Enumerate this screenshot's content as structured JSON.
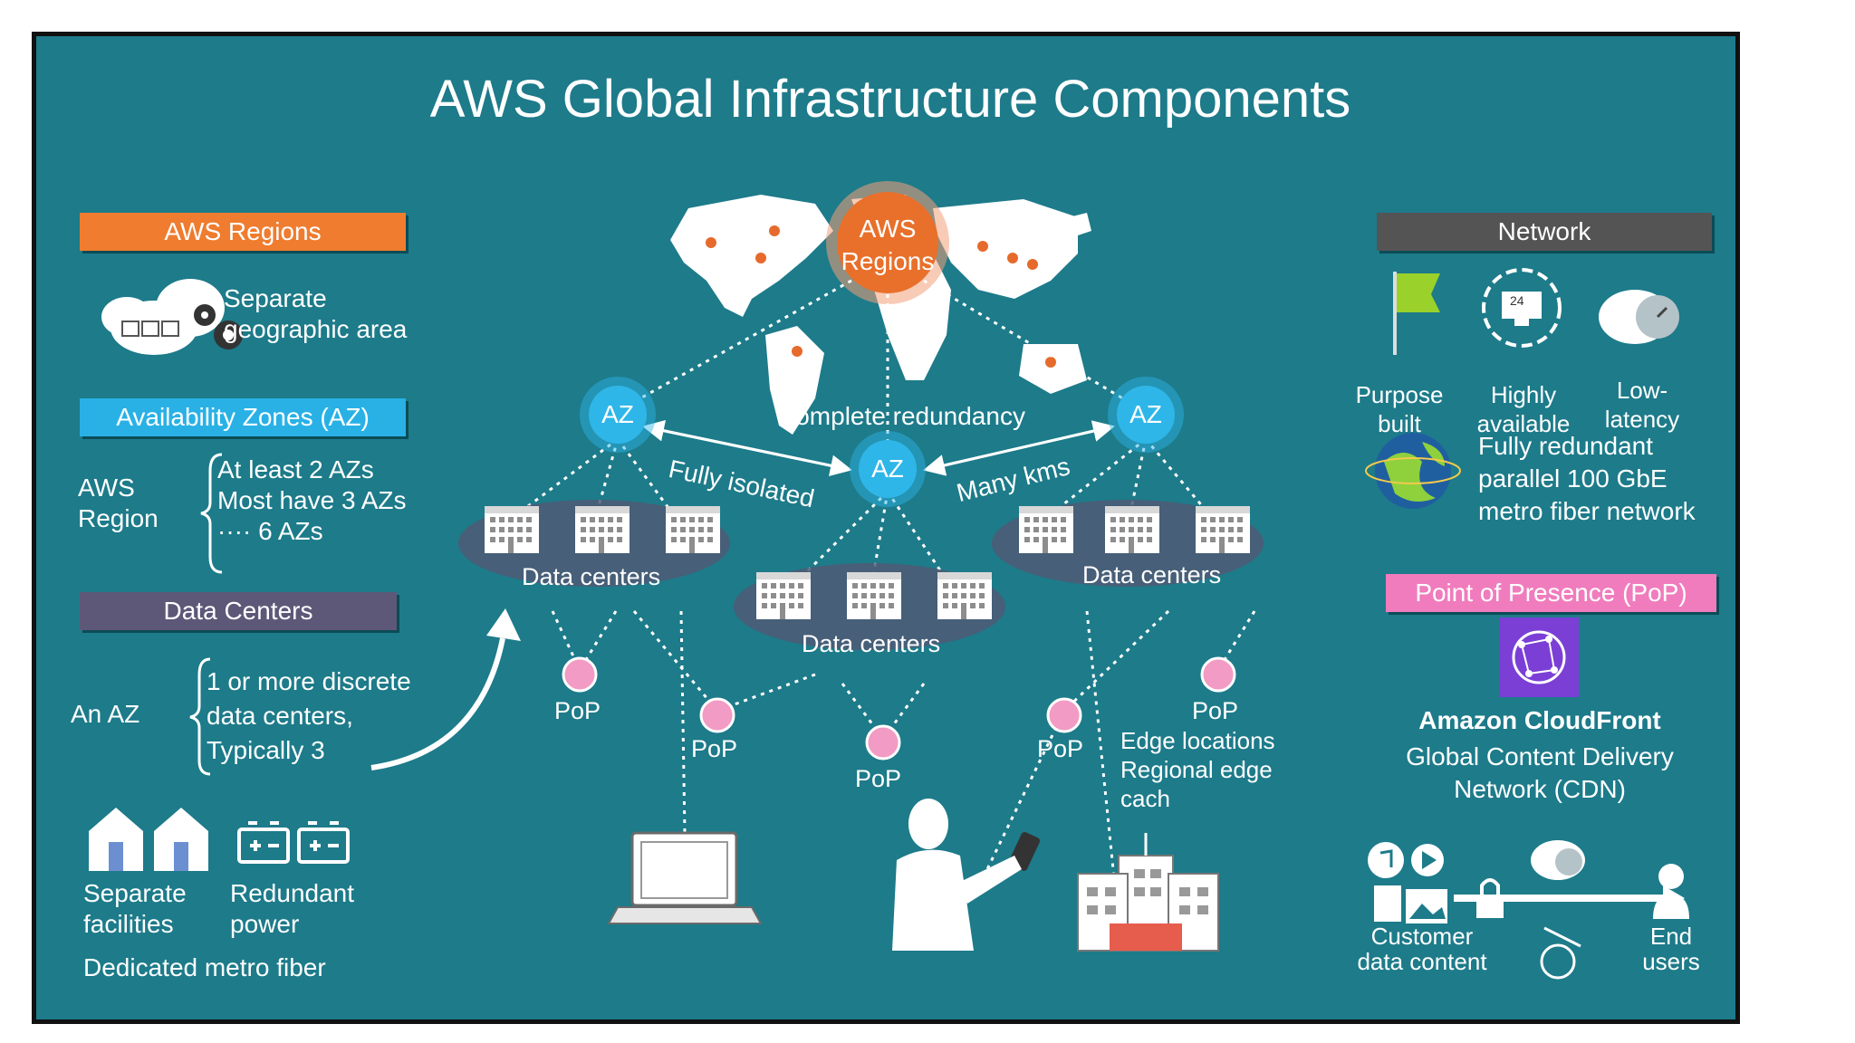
{
  "title": "AWS Global Infrastructure Components",
  "colors": {
    "background": "#1d7b8a",
    "regions_header": "#ef7c2f",
    "az_header": "#29b1e6",
    "datacenters_header": "#5d5878",
    "network_header": "#545454",
    "pop_header": "#f07cbd",
    "az_node": "#2fb6e8",
    "pop_node": "#f29bc4",
    "cloudfront": "#7b3fd6"
  },
  "left": {
    "regions": {
      "header": "AWS Regions",
      "desc_line1": "Separate",
      "desc_line2": "geographic area"
    },
    "az": {
      "header": "Availability Zones (AZ)",
      "label_line1": "AWS",
      "label_line2": "Region",
      "items": [
        "At least 2 AZs",
        "Most have 3 AZs",
        "···· 6 AZs"
      ]
    },
    "datacenters": {
      "header": "Data Centers",
      "label": "An AZ",
      "items": [
        "1 or more discrete",
        "data centers,",
        "Typically 3"
      ],
      "facilities_line1": "Separate",
      "facilities_line2": "facilities",
      "power_line1": "Redundant",
      "power_line2": "power",
      "fiber": "Dedicated metro fiber"
    }
  },
  "center": {
    "regions_line1": "AWS",
    "regions_line2": "Regions",
    "az_label": "AZ",
    "complete_redundancy": "Complete redundancy",
    "fully_isolated": "Fully isolated",
    "many_kms": "Many kms",
    "data_centers": "Data centers",
    "pop": "PoP",
    "edge_lines": [
      "Edge locations",
      "Regional edge",
      "cach"
    ]
  },
  "right": {
    "network": {
      "header": "Network",
      "purpose_line1": "Purpose",
      "purpose_line2": "built",
      "highly_line1": "Highly",
      "highly_line2": "available",
      "low_line1": "Low-",
      "low_line2": "latency",
      "calendar_number": "24",
      "fiber_lines": [
        "Fully redundant",
        "parallel 100 GbE",
        "metro fiber network"
      ]
    },
    "pop": {
      "header": "Point of Presence (PoP)",
      "cloudfront_title": "Amazon CloudFront",
      "cloudfront_line1": "Global Content Delivery",
      "cloudfront_line2": "Network (CDN)",
      "customer_line1": "Customer",
      "customer_line2": "data content",
      "end_line1": "End",
      "end_line2": "users"
    }
  }
}
